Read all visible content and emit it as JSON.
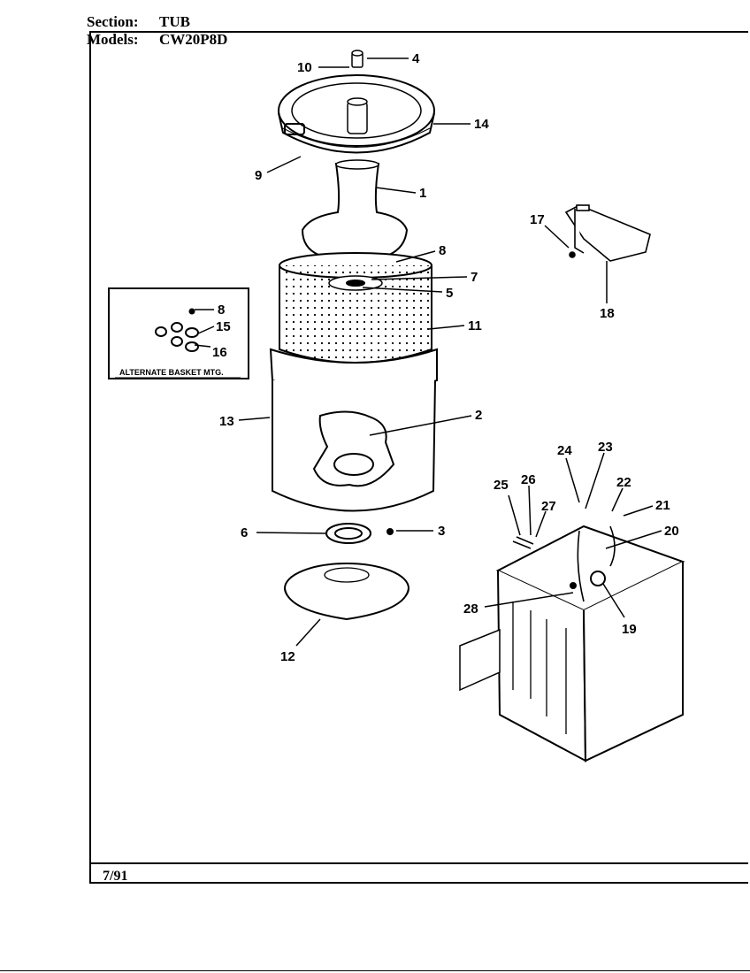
{
  "header": {
    "section_label": "Section:",
    "section_value": "TUB",
    "models_label": "Models:",
    "models_value": "CW20P8D"
  },
  "footer": {
    "date": "7/91"
  },
  "inset": {
    "caption": "ALTERNATE BASKET MTG."
  },
  "callouts": {
    "c1": "1",
    "c2": "2",
    "c3": "3",
    "c4": "4",
    "c5": "5",
    "c6": "6",
    "c7": "7",
    "c8": "8",
    "c9": "9",
    "c10": "10",
    "c11": "11",
    "c12": "12",
    "c13": "13",
    "c14": "14",
    "c17": "17",
    "c18": "18",
    "c19": "19",
    "c20": "20",
    "c21": "21",
    "c22": "22",
    "c23": "23",
    "c24": "24",
    "c25": "25",
    "c26": "26",
    "c27": "27",
    "c28": "28",
    "i8": "8",
    "i15": "15",
    "i16": "16"
  }
}
